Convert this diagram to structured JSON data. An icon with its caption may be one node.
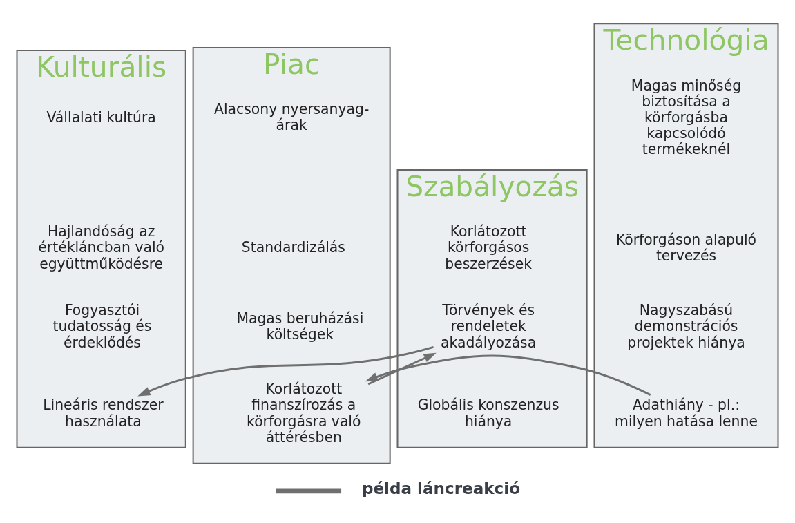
{
  "diagram": {
    "nodes": [
      {
        "text": [
          "Kulturális"
        ]
      },
      {
        "text": [
          "Vállalati kultúra"
        ],
        "in": 0
      },
      {
        "text": [
          "Hajlandóság az értékláncban való együttműködésre"
        ],
        "in": 0
      },
      {
        "text": [
          "Fogyasztói tudatosság és érdeklődés"
        ],
        "in": 0
      },
      {
        "text": [
          "Lineáris rendszer használata"
        ],
        "in": 0
      },
      {
        "text": [
          "Szabályozás"
        ]
      },
      {
        "text": [
          "Korlátozott körforgásos beszerzések"
        ],
        "in": 5
      },
      {
        "text": [
          "Törvények és rendeletek akadályozása"
        ],
        "in": 5
      },
      {
        "text": [
          "Globális konszenzus hiánya"
        ],
        "in": 5
      },
      {
        "text": [
          "Piac"
        ]
      },
      {
        "text": [
          "Alacsony nyersanyag-árak"
        ],
        "in": 9
      },
      {
        "text": [
          "Standardizálás"
        ],
        "in": 9
      },
      {
        "text": [
          "Magas beruházási költségek"
        ],
        "in": 9
      },
      {
        "text": [
          "Korlátozott finanszírozás a körforgásra való áttérésben"
        ],
        "in": 9
      },
      {
        "text": [
          "Technológia"
        ]
      },
      {
        "text": [
          "Magas minőség biztosítása a körforgásba kapcsolódó termékeknél"
        ],
        "in": 14
      },
      {
        "text": [
          "Körforgáson alapuló tervezés"
        ],
        "in": 14
      },
      {
        "text": [
          "Nagyszabású demonstrációs projektek hiánya"
        ],
        "in": 14
      },
      {
        "text": [
          "Adathiány - pl.: milyen hatása lenne"
        ],
        "in": 14
      }
    ],
    "edges": [
      {
        "from": 18,
        "to": 13,
        "arrow": "to"
      },
      {
        "from": 13,
        "to": 7,
        "arrow": "to"
      },
      {
        "from": 7,
        "to": 4,
        "arrow": "to"
      }
    ],
    "legend": [
      {
        "text": "példa láncreakció"
      }
    ]
  }
}
